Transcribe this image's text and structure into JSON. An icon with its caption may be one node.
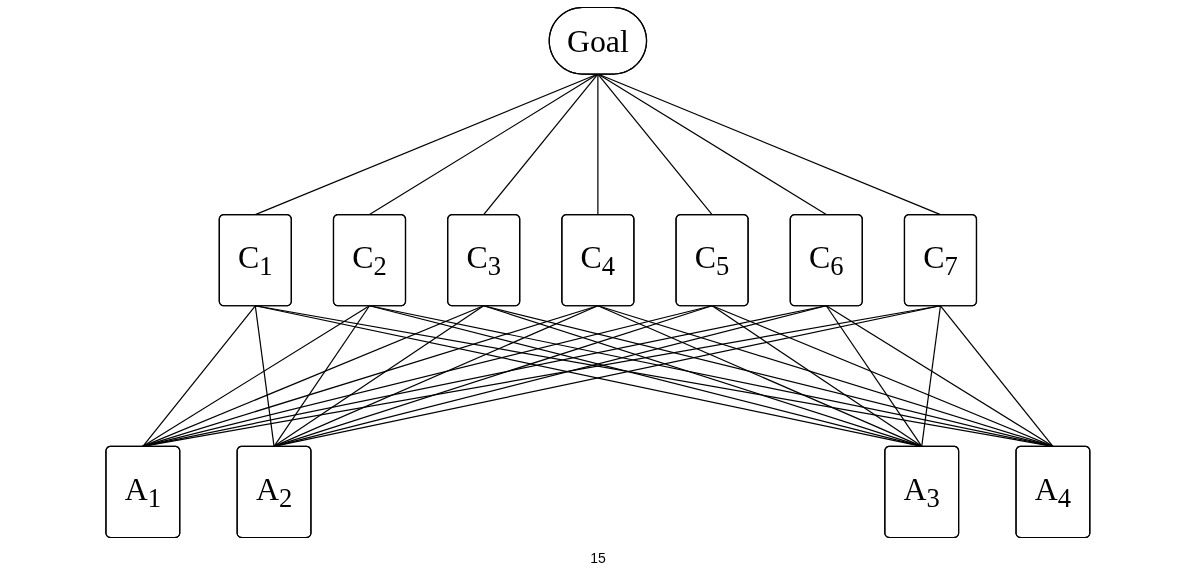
{
  "diagram": {
    "nodes": [
      {
        "text": [
          "Goal"
        ]
      },
      {
        "text": [
          "C$_{1}$"
        ]
      },
      {
        "text": [
          "C$_{2}$"
        ]
      },
      {
        "text": [
          "C$_{3}$"
        ]
      },
      {
        "text": [
          "C$_{4}$"
        ]
      },
      {
        "text": [
          "C$_{5}$"
        ]
      },
      {
        "text": [
          "C$_{6}$"
        ]
      },
      {
        "text": [
          "C$_{7}$"
        ]
      },
      {
        "text": [
          "A$_{1}$"
        ]
      },
      {
        "text": [
          "A$_{2}$"
        ]
      },
      {
        "text": [
          "A$_{3}$"
        ]
      },
      {
        "text": [
          "A$_{4}$"
        ]
      }
    ],
    "edges": [
      {
        "from": 0,
        "to": 1,
        "arrow": "none"
      },
      {
        "from": 0,
        "to": 2,
        "arrow": "none"
      },
      {
        "from": 0,
        "to": 3,
        "arrow": "none"
      },
      {
        "from": 0,
        "to": 4,
        "arrow": "none"
      },
      {
        "from": 0,
        "to": 5,
        "arrow": "none"
      },
      {
        "from": 0,
        "to": 6,
        "arrow": "none"
      },
      {
        "from": 0,
        "to": 7,
        "arrow": "none"
      },
      {
        "from": 1,
        "to": 8,
        "arrow": "none"
      },
      {
        "from": 1,
        "to": 9,
        "arrow": "none"
      },
      {
        "from": 1,
        "to": 10,
        "arrow": "none"
      },
      {
        "from": 1,
        "to": 11,
        "arrow": "none"
      },
      {
        "from": 2,
        "to": 8,
        "arrow": "none"
      },
      {
        "from": 2,
        "to": 9,
        "arrow": "none"
      },
      {
        "from": 2,
        "to": 10,
        "arrow": "none"
      },
      {
        "from": 2,
        "to": 11,
        "arrow": "none"
      },
      {
        "from": 3,
        "to": 8,
        "arrow": "none"
      },
      {
        "from": 3,
        "to": 9,
        "arrow": "none"
      },
      {
        "from": 3,
        "to": 10,
        "arrow": "none"
      },
      {
        "from": 3,
        "to": 11,
        "arrow": "none"
      },
      {
        "from": 4,
        "to": 8,
        "arrow": "none"
      },
      {
        "from": 4,
        "to": 9,
        "arrow": "none"
      },
      {
        "from": 4,
        "to": 10,
        "arrow": "none"
      },
      {
        "from": 4,
        "to": 11,
        "arrow": "none"
      },
      {
        "from": 5,
        "to": 8,
        "arrow": "none"
      },
      {
        "from": 5,
        "to": 9,
        "arrow": "none"
      },
      {
        "from": 5,
        "to": 10,
        "arrow": "none"
      },
      {
        "from": 5,
        "to": 11,
        "arrow": "none"
      },
      {
        "from": 6,
        "to": 8,
        "arrow": "none"
      },
      {
        "from": 6,
        "to": 9,
        "arrow": "none"
      },
      {
        "from": 6,
        "to": 10,
        "arrow": "none"
      },
      {
        "from": 6,
        "to": 11,
        "arrow": "none"
      },
      {
        "from": 7,
        "to": 8,
        "arrow": "none"
      },
      {
        "from": 7,
        "to": 9,
        "arrow": "none"
      },
      {
        "from": 7,
        "to": 10,
        "arrow": "none"
      },
      {
        "from": 7,
        "to": 11,
        "arrow": "none"
      }
    ],
    "labels": [
      "15"
    ]
  }
}
